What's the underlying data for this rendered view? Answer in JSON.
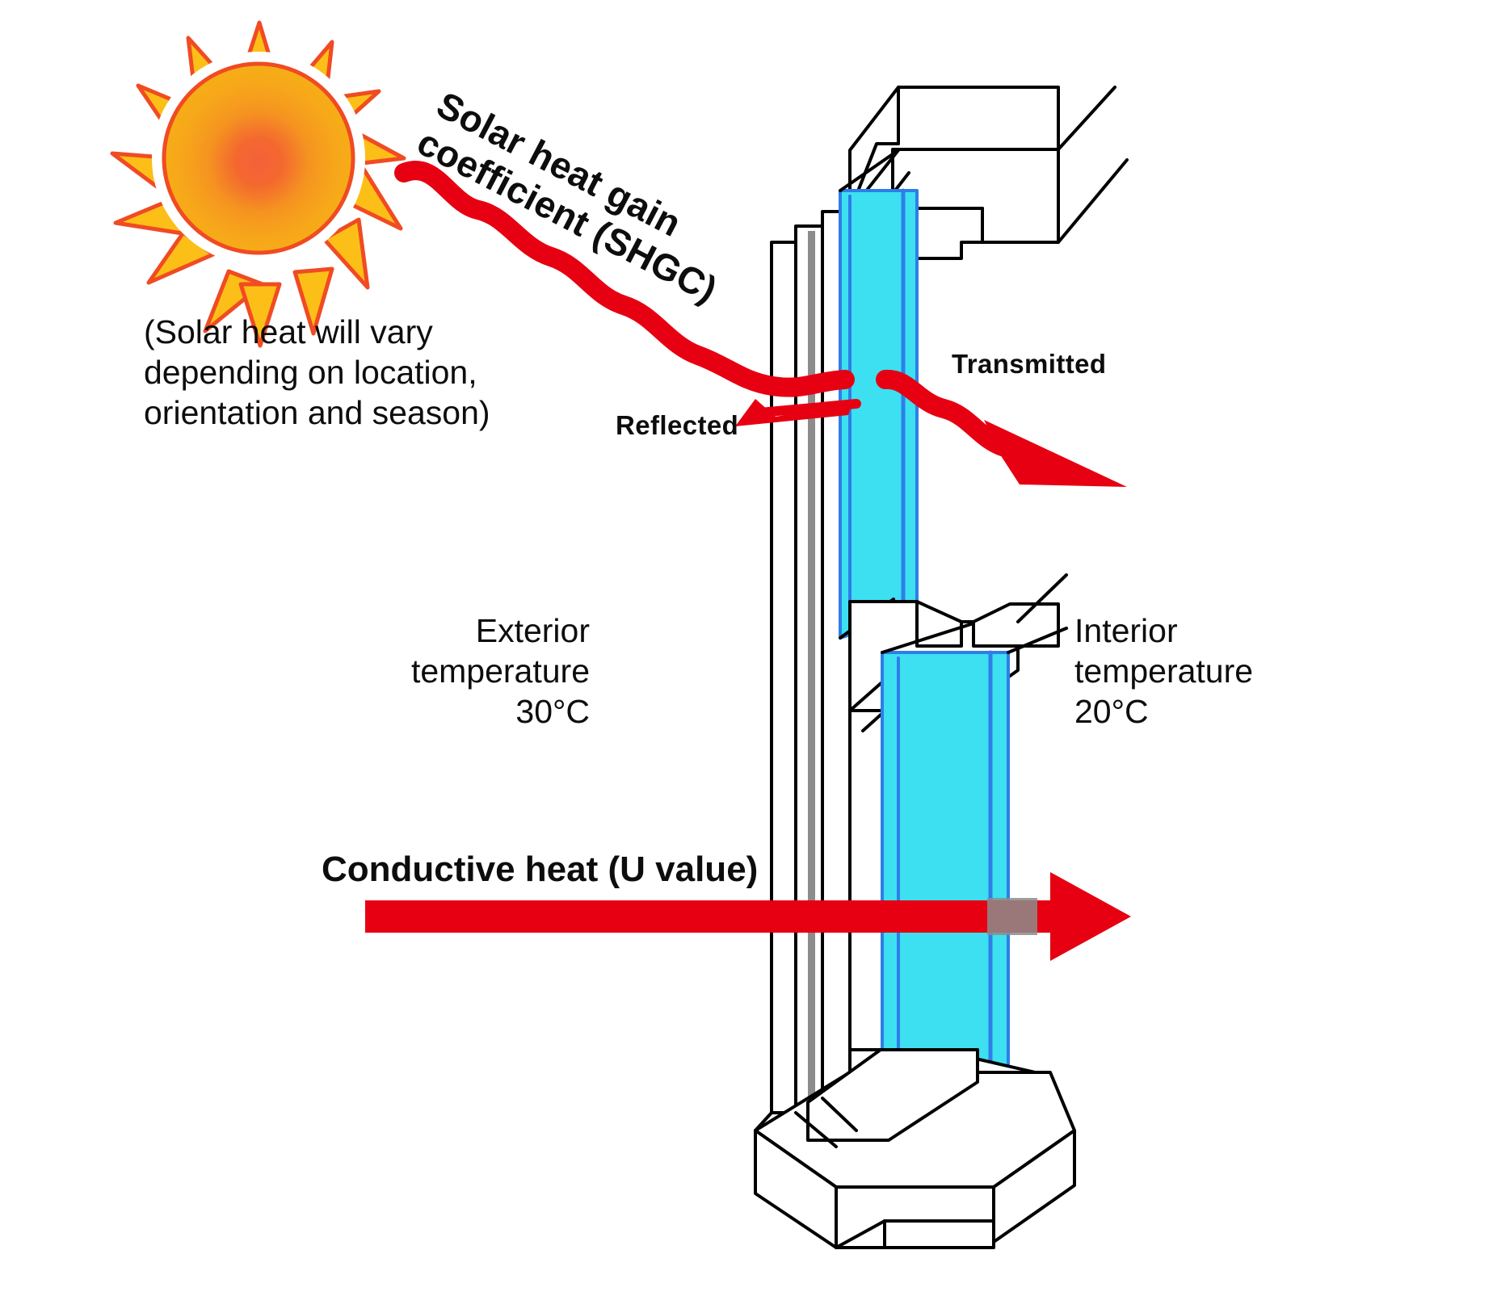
{
  "diagram": {
    "title": "Window heat transfer cross-section",
    "labels": {
      "shgc": "Solar heat gain\ncoefficient (SHGC)",
      "solar_note": "(Solar heat will vary\ndepending on location,\norientation and season)",
      "reflected": "Reflected",
      "transmitted": "Transmitted",
      "exterior_temperature": "Exterior\ntemperature\n30°C",
      "interior_temperature": "Interior\ntemperature\n20°C",
      "conductive_heat": "Conductive heat (U value)"
    },
    "values": {
      "exterior_temperature_value": "30°C",
      "interior_temperature_value": "20°C"
    },
    "icons": {
      "sun": "sun-icon",
      "solar_ray": "wavy-red-arrow-icon",
      "reflected_arrow": "left-red-arrow-icon",
      "transmitted_arrow": "wavy-red-arrow-icon",
      "conductive_arrow": "right-red-arrow-icon",
      "window_section": "window-cross-section-icon"
    },
    "colors": {
      "sun_core": "#F05A28",
      "sun_body": "#F6A01A",
      "sun_ray_fill": "#FCBF17",
      "sun_outline": "#F04B23",
      "arrow_red": "#E60012",
      "glass_cyan": "#3CE0F0",
      "glass_edge_blue": "#2E7EE8",
      "frame_line": "#000000",
      "frame_shadow": "#808080",
      "text": "#0D0D0D",
      "background": "#FFFFFF"
    }
  }
}
